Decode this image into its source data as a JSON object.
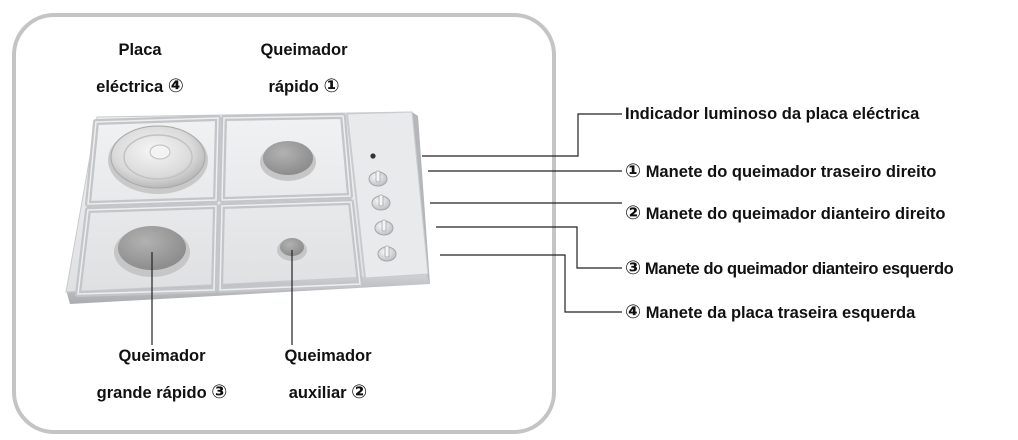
{
  "burner_labels": {
    "electric_plate": {
      "line1": "Placa",
      "line2": "eléctrica",
      "num": "④"
    },
    "rapid": {
      "line1": "Queimador",
      "line2": "rápido",
      "num": "①"
    },
    "large_rapid": {
      "line1": "Queimador",
      "line2": "grande rápido",
      "num": "③"
    },
    "auxiliary": {
      "line1": "Queimador",
      "line2": "auxiliar",
      "num": "②"
    }
  },
  "callouts": {
    "indicator": {
      "text": "Indicador luminoso da placa eléctrica"
    },
    "knob1": {
      "num": "①",
      "text": "Manete do queimador traseiro direito"
    },
    "knob2": {
      "num": "②",
      "text": "Manete do queimador dianteiro direito"
    },
    "knob3": {
      "num": "③",
      "text": "Manete do queimador dianteiro esquerdo"
    },
    "knob4": {
      "num": "④",
      "text": "Manete da placa traseira esquerda"
    }
  },
  "colors": {
    "frame": "#c4c4c4",
    "hob_surface": "#e6e7e9",
    "grid": "#c3c5c8",
    "burner_cap": "#9d9d9d",
    "electric_plate": "#dcdcdc",
    "leader": "#222222"
  }
}
